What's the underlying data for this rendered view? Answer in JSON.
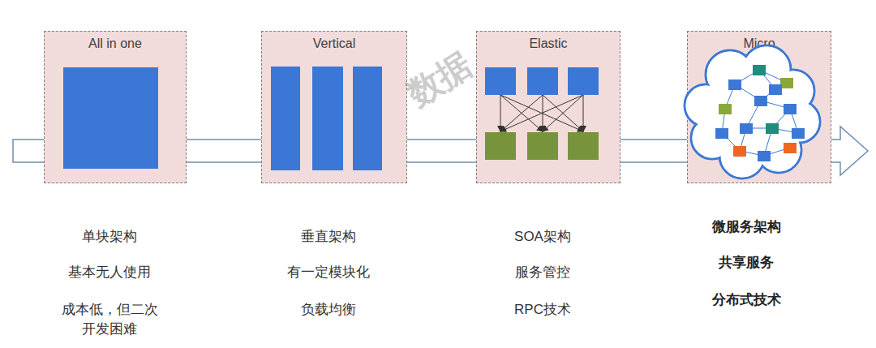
{
  "diagram": {
    "nodes": [
      {
        "text": [
          "All in one"
        ]
      },
      {
        "text": [
          "Vertical"
        ]
      },
      {
        "text": [
          "Elastic"
        ]
      },
      {
        "text": [
          "Micro"
        ]
      }
    ],
    "edges": [
      {
        "from": 0,
        "to": 1,
        "arrow": "none"
      },
      {
        "from": 1,
        "to": 2,
        "arrow": "none"
      },
      {
        "from": 2,
        "to": 3,
        "arrow": "none"
      }
    ],
    "labels": [
      "单块架构",
      "基本无人使用",
      "成本低，但二次 开发困难",
      "垂直架构",
      "有一定模块化",
      "负载均衡",
      "SOA架构",
      "服务管控",
      "RPC技术",
      "微服务架构",
      "共享服务",
      "分布式技术",
      "数据"
    ]
  }
}
